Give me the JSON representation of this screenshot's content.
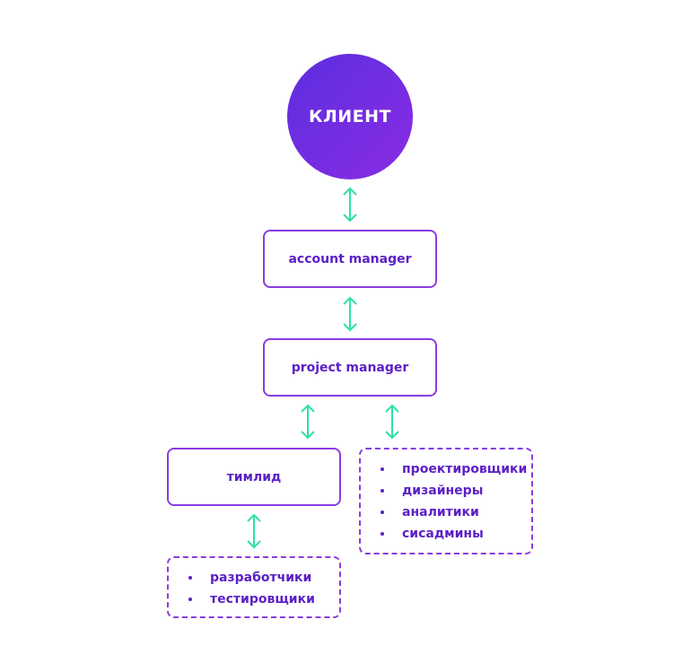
{
  "client": {
    "label": "КЛИЕНТ"
  },
  "account_manager": {
    "label": "account manager"
  },
  "project_manager": {
    "label": "project manager"
  },
  "teamlead": {
    "label": "тимлид"
  },
  "pm_team": {
    "items": [
      "проектировщики",
      "дизайнеры",
      "аналитики",
      "сисадмины"
    ]
  },
  "teamlead_team": {
    "items": [
      "разработчики",
      "тестировщики"
    ]
  },
  "colors": {
    "primary": "#5b1fc6",
    "border": "#8a3ce0",
    "arrow": "#2ee0a8",
    "gradient_start": "#5b2fe0",
    "gradient_end": "#8a2be2"
  },
  "icons": [
    "double-arrow-icon"
  ]
}
